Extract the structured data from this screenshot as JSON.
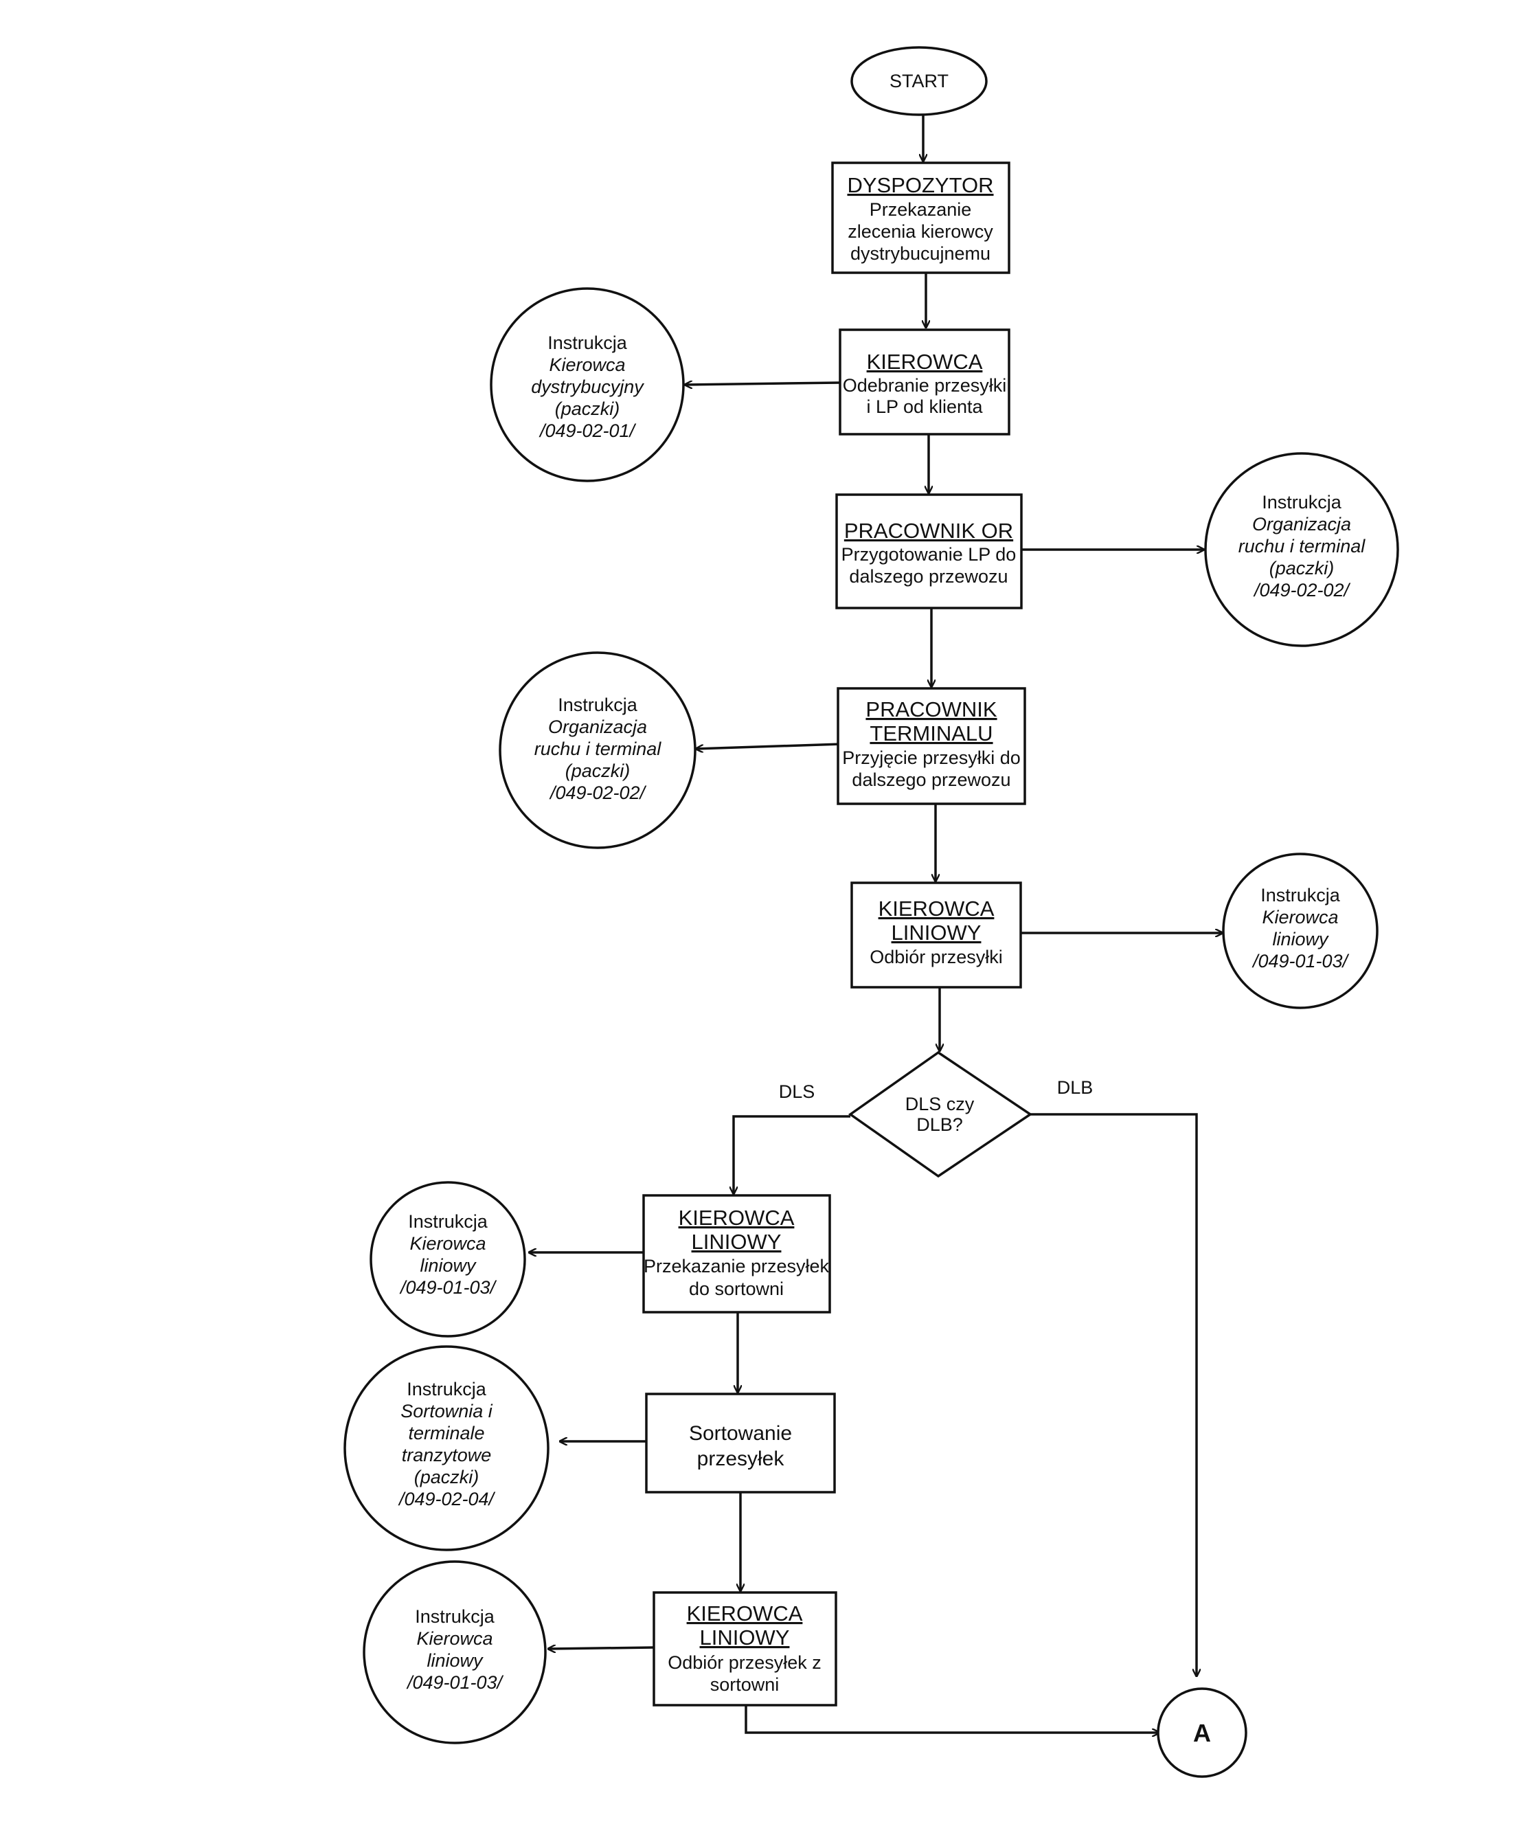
{
  "start": "START",
  "steps": {
    "dyspozytor": {
      "role": "DYSPOZYTOR",
      "text": [
        "Przekazanie",
        "zlecenia kierowcy",
        "dystrybucujnemu"
      ]
    },
    "kierowca1": {
      "role": "KIEROWCA",
      "text": [
        "Odebranie przesyłki",
        "i LP od klienta"
      ]
    },
    "pracownikOr": {
      "role": "PRACOWNIK OR",
      "text": [
        "Przygotowanie LP do",
        "dalszego przewozu"
      ]
    },
    "pracownikTerm": {
      "role": [
        "PRACOWNIK",
        "TERMINALU"
      ],
      "text": [
        "Przyjęcie przesyłki do",
        "dalszego przewozu"
      ]
    },
    "kierLin1": {
      "role": [
        "KIEROWCA",
        "LINIOWY"
      ],
      "text": [
        "Odbiór przesyłki"
      ]
    },
    "kierLin2": {
      "role": [
        "KIEROWCA",
        "LINIOWY"
      ],
      "text": [
        "Przekazanie przesyłek",
        "do sortowni"
      ]
    },
    "sortowanie": {
      "text": [
        "Sortowanie",
        "przesyłek"
      ]
    },
    "kierLin3": {
      "role": [
        "KIEROWCA",
        "LINIOWY"
      ],
      "text": [
        "Odbiór przesyłek z",
        "sortowni"
      ]
    }
  },
  "decision": {
    "text": [
      "DLS czy",
      "DLB?"
    ],
    "left_label": "DLS",
    "right_label": "DLB"
  },
  "connector": "A",
  "instructions": {
    "i1": {
      "title": "Instrukcja",
      "italic": [
        "Kierowca",
        "dystrybucyjny",
        "(paczki)",
        "/049-02-01/"
      ]
    },
    "i2": {
      "title": "Instrukcja",
      "italic": [
        "Organizacja",
        "ruchu i terminal",
        "(paczki)",
        "/049-02-02/"
      ]
    },
    "i3": {
      "title": "Instrukcja",
      "italic": [
        "Organizacja",
        "ruchu i terminal",
        "(paczki)",
        "/049-02-02/"
      ]
    },
    "i4": {
      "title": "Instrukcja",
      "italic": [
        "Kierowca",
        "liniowy",
        "/049-01-03/"
      ]
    },
    "i5": {
      "title": "Instrukcja",
      "italic": [
        "Kierowca",
        "liniowy",
        "/049-01-03/"
      ]
    },
    "i6": {
      "title": "Instrukcja",
      "italic": [
        "Sortownia i",
        "terminale",
        "tranzytowe",
        "(paczki)",
        "/049-02-04/"
      ]
    },
    "i7": {
      "title": "Instrukcja",
      "italic": [
        "Kierowca",
        "liniowy",
        "/049-01-03/"
      ]
    }
  }
}
